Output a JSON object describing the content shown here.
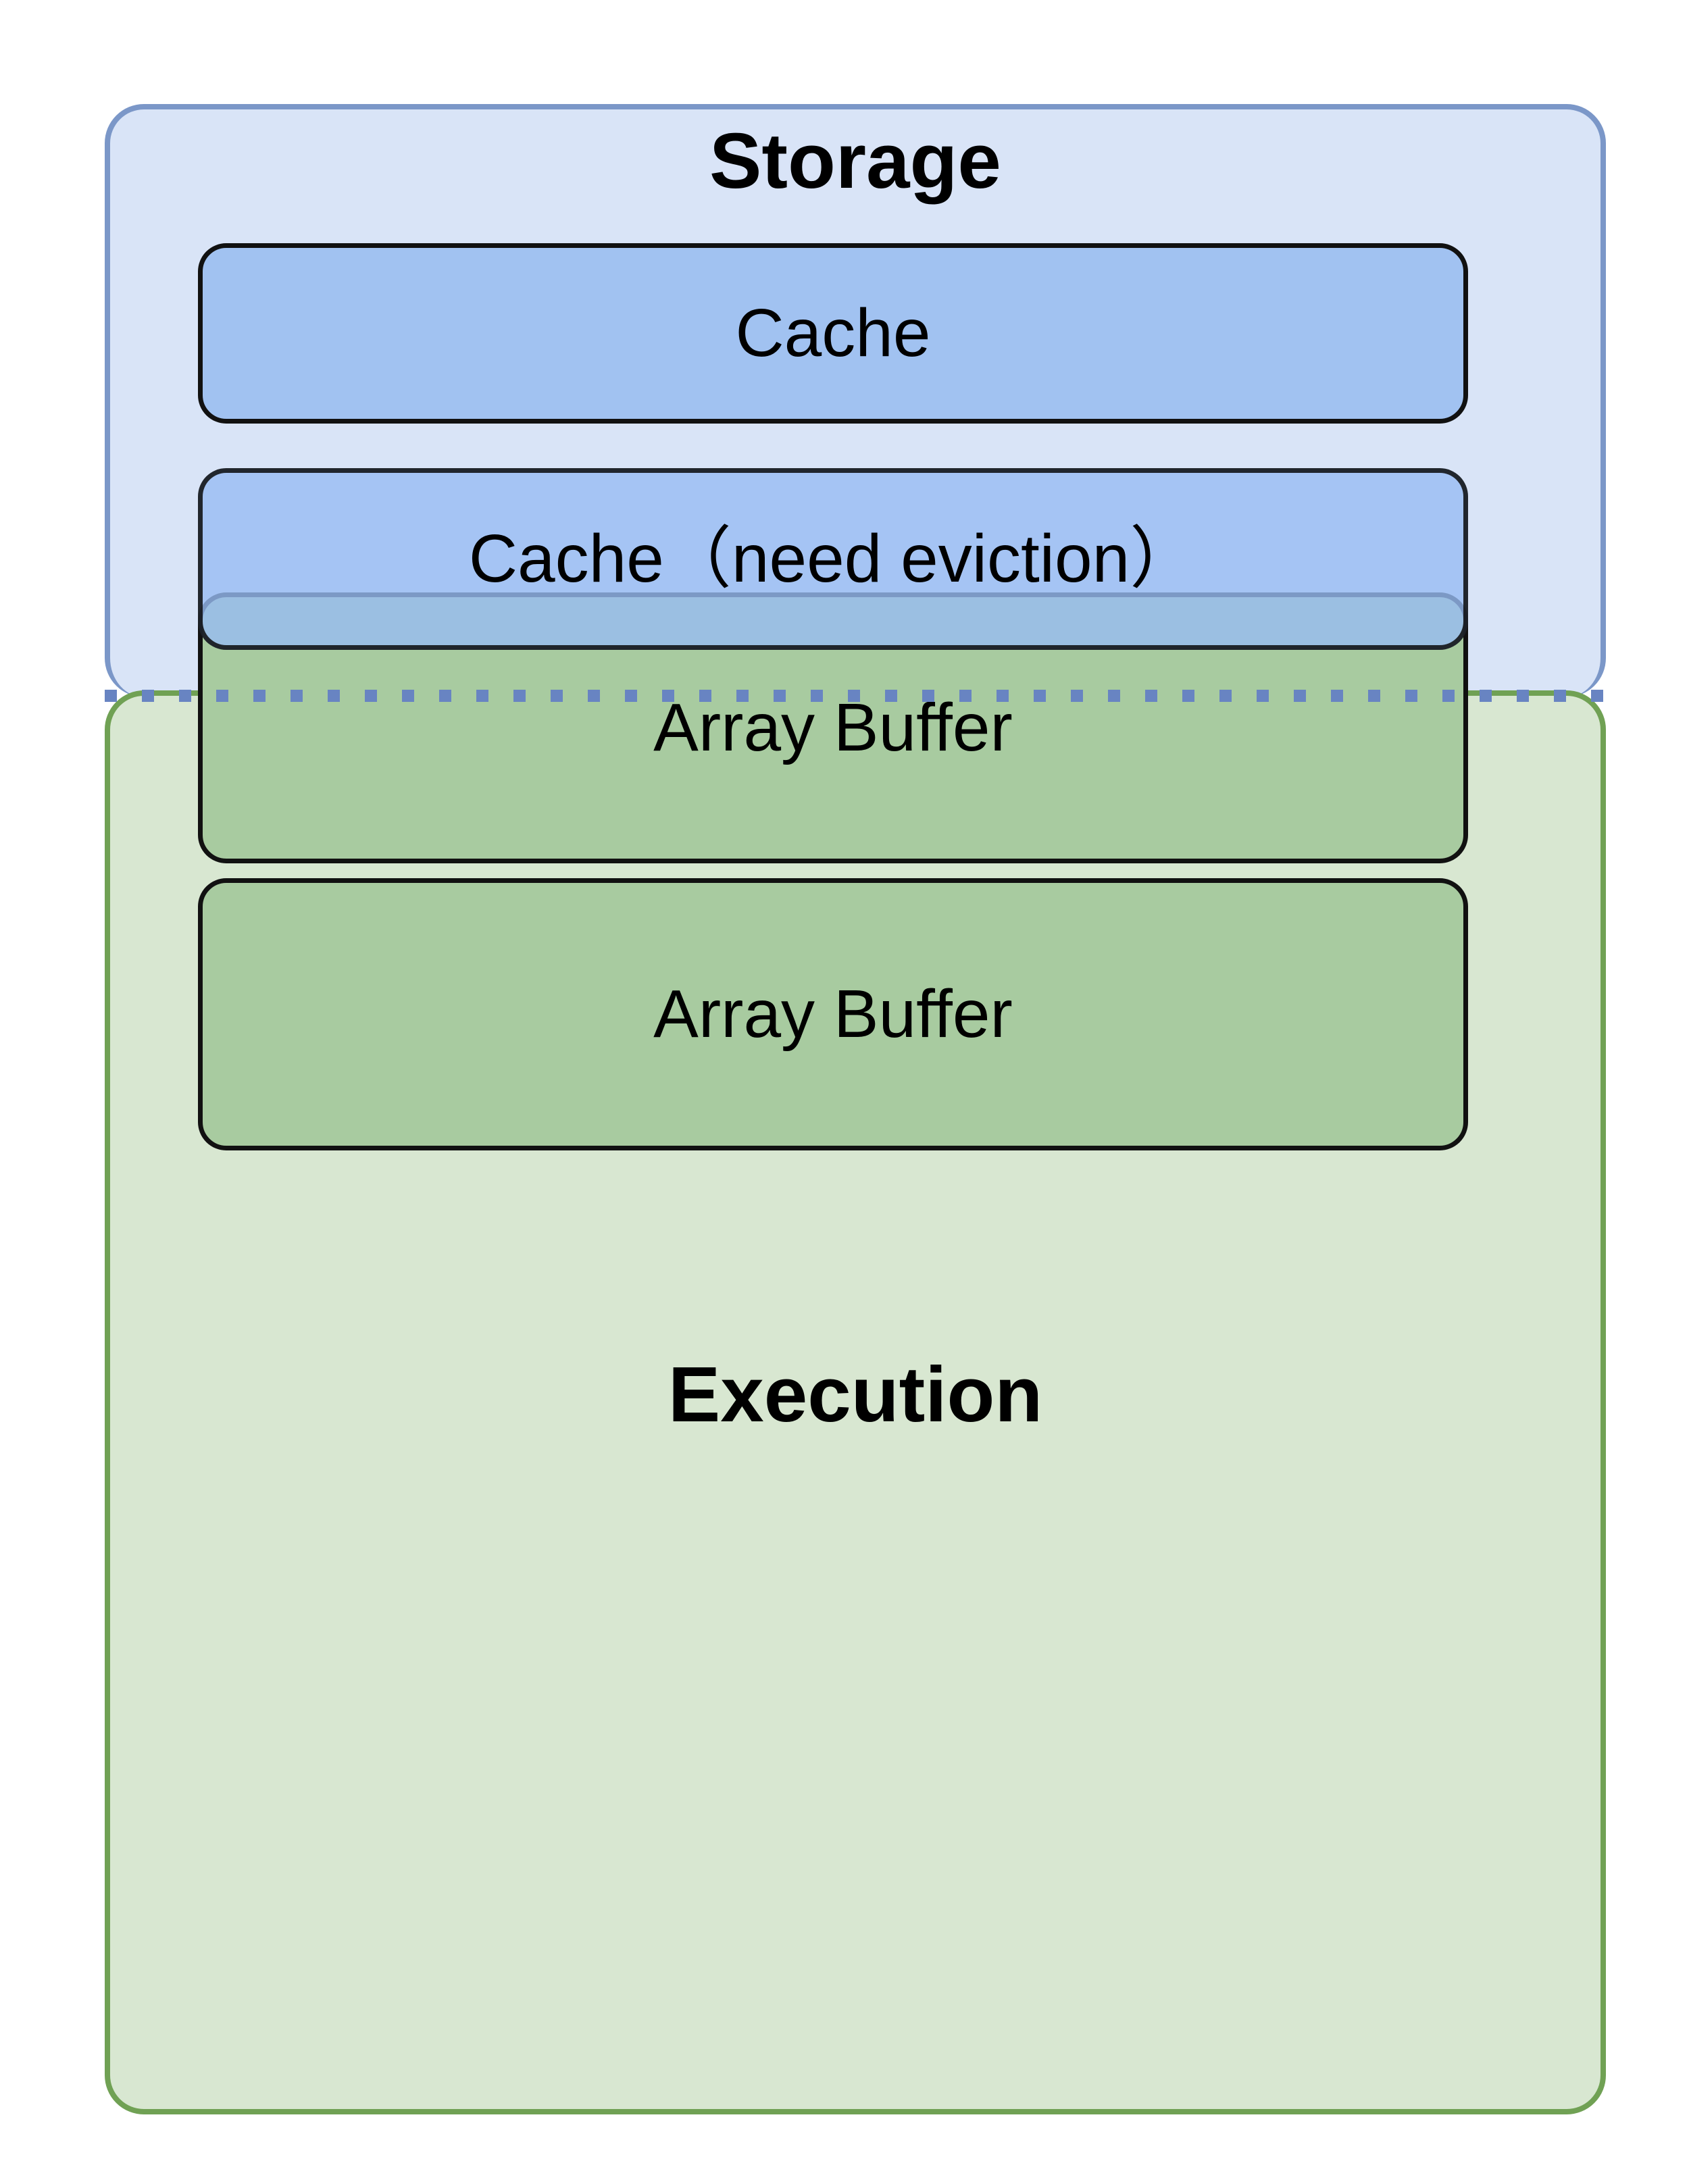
{
  "diagram": {
    "storage": {
      "label": "Storage"
    },
    "execution": {
      "label": "Execution"
    },
    "cache_box": {
      "label": "Cache"
    },
    "cache_eviction_box": {
      "label": "Cache（need eviction）"
    },
    "array_buffers": [
      {
        "label": "Array Buffer"
      },
      {
        "label": "Array Buffer"
      }
    ],
    "boundary": {
      "type": "dotted-line"
    }
  },
  "colors": {
    "page-bg": "#ffffff",
    "text-color": "#000000",
    "storage-fill": "#d9e4f7",
    "storage-border": "#7b97c8",
    "execution-fill": "#d8e7d1",
    "execution-border": "#70a154",
    "cache-fill": "#a1c2f1",
    "array-buffer-fill": "#a8cba0",
    "eviction-fill": "rgba(151,187,242,0.80)",
    "eviction-border": "rgba(10,10,10,0.85)",
    "box-border": "#111111",
    "dot-color": "#6884c2"
  }
}
